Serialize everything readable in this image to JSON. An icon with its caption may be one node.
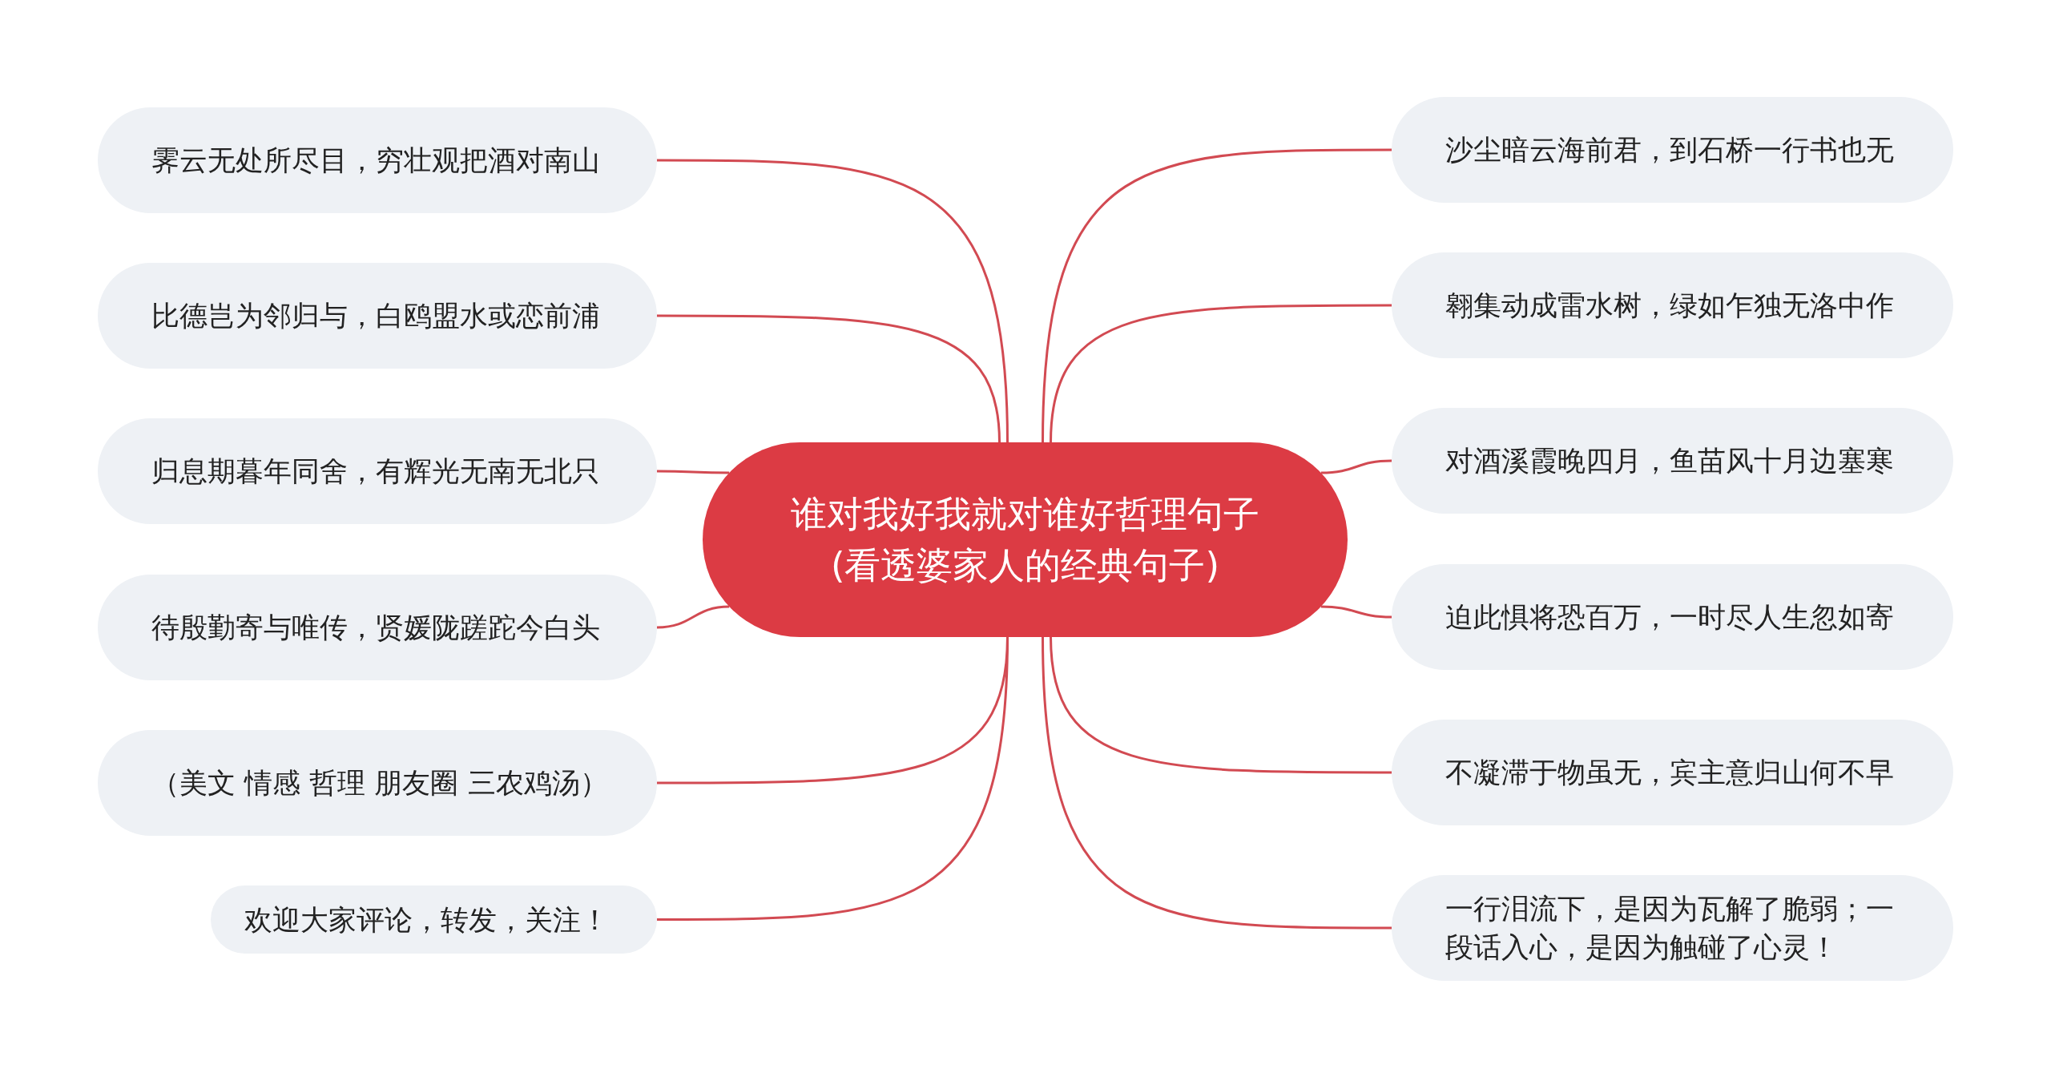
{
  "diagram": {
    "nodes": [
      {
        "text": [
          "谁对我好我就对谁好哲理句子(看透婆家人的经典句子)"
        ]
      },
      {
        "text": [
          "霁云无处所尽目，穷壮观把酒对南山"
        ]
      },
      {
        "text": [
          "比德岂为邻归与，白鸥盟水或恋前浦"
        ]
      },
      {
        "text": [
          "归息期暮年同舍，有辉光无南无北只"
        ]
      },
      {
        "text": [
          "待殷勤寄与唯传，贤媛陇蹉跎今白头"
        ]
      },
      {
        "text": [
          "（美文 情感 哲理 朋友圈 三农鸡汤）"
        ]
      },
      {
        "text": [
          "欢迎大家评论，转发，关注！"
        ]
      },
      {
        "text": [
          "沙尘暗云海前君，到石桥一行书也无"
        ]
      },
      {
        "text": [
          "翱集动成雷水树，绿如乍独无洛中作"
        ]
      },
      {
        "text": [
          "对酒溪霞晚四月，鱼苗风十月边塞寒"
        ]
      },
      {
        "text": [
          "迫此惧将恐百万，一时尽人生忽如寄"
        ]
      },
      {
        "text": [
          "不凝滞于物虽无，宾主意归山何不早"
        ]
      },
      {
        "text": [
          "一行泪流下，是因为瓦解了脆弱；一段话入心，是因为触碰了心灵！"
        ]
      }
    ],
    "edges": [
      {
        "from": 0,
        "to": 1,
        "arrow": "none"
      },
      {
        "from": 0,
        "to": 2,
        "arrow": "none"
      },
      {
        "from": 0,
        "to": 3,
        "arrow": "none"
      },
      {
        "from": 0,
        "to": 4,
        "arrow": "none"
      },
      {
        "from": 0,
        "to": 5,
        "arrow": "none"
      },
      {
        "from": 0,
        "to": 6,
        "arrow": "none"
      },
      {
        "from": 0,
        "to": 7,
        "arrow": "none"
      },
      {
        "from": 0,
        "to": 8,
        "arrow": "none"
      },
      {
        "from": 0,
        "to": 9,
        "arrow": "none"
      },
      {
        "from": 0,
        "to": 10,
        "arrow": "none"
      },
      {
        "from": 0,
        "to": 11,
        "arrow": "none"
      },
      {
        "from": 0,
        "to": 12,
        "arrow": "none"
      }
    ]
  }
}
